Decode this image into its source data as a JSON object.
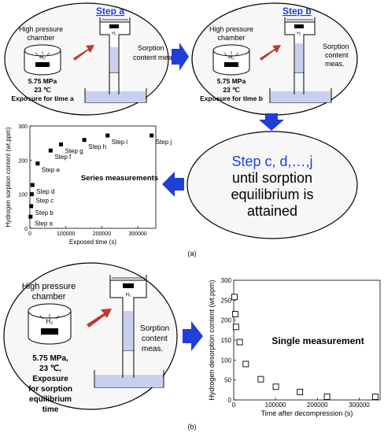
{
  "panel_a": {
    "step_a": {
      "title": "Step a",
      "chamber_label_1": "High pressure",
      "chamber_label_2": "chamber",
      "h2": "H₂",
      "pressure": "5.75 MPa",
      "temp": "23 ℃",
      "exposure": "Exposure for time a",
      "meas_1": "Sorption",
      "meas_2": "content meas."
    },
    "step_b": {
      "title": "Step b",
      "chamber_label_1": "High pressure",
      "chamber_label_2": "chamber",
      "h2": "H₂",
      "pressure": "5.75 MPa",
      "temp": "23 ℃",
      "exposure": "Exposure for time b",
      "meas_1": "Sorption",
      "meas_2": "content",
      "meas_3": "meas."
    },
    "steps_bubble": {
      "line1": "Step c, d,…,j",
      "line2": "until sorption",
      "line3": "equilibrium is",
      "line4": "attained"
    },
    "label": "(a)"
  },
  "panel_b": {
    "chamber_label_1": "High pressure",
    "chamber_label_2": "chamber",
    "h2": "H₂",
    "pressure": "5.75 MPa,",
    "temp": "23 ℃,",
    "exposure_1": "Exposure",
    "exposure_2": "for sorption",
    "exposure_3": "equilibrium",
    "exposure_4": "time",
    "meas_1": "Sorption",
    "meas_2": "content",
    "meas_3": "meas.",
    "label": "(b)"
  },
  "colors": {
    "accent_blue": "#1f3fd8",
    "title_blue": "#1f3fd8",
    "red_arrow": "#c0392b",
    "liquid": "#c9cfef"
  },
  "chart_data": [
    {
      "type": "scatter",
      "title": "",
      "annotation": "Series measurements",
      "xlabel": "Exposed time (s)",
      "ylabel": "Hydrogen sorption content (wt.ppm)",
      "xlim": [
        0,
        350000
      ],
      "ylim": [
        0,
        300
      ],
      "xticks": [
        0,
        100000,
        200000,
        300000
      ],
      "xtick_labels": [
        "0",
        "100000",
        "200000",
        "300000"
      ],
      "yticks": [
        0,
        100,
        200,
        300
      ],
      "marker": "filled-square",
      "points": [
        {
          "x": 1800,
          "y": 34,
          "label": "Step a"
        },
        {
          "x": 3600,
          "y": 65,
          "label": "Step b"
        },
        {
          "x": 5400,
          "y": 100,
          "label": "Step c"
        },
        {
          "x": 7200,
          "y": 127,
          "label": "Step d"
        },
        {
          "x": 21600,
          "y": 190,
          "label": "Step e"
        },
        {
          "x": 57600,
          "y": 228,
          "label": "Step f"
        },
        {
          "x": 86400,
          "y": 246,
          "label": "Step g"
        },
        {
          "x": 151200,
          "y": 259,
          "label": "Step h"
        },
        {
          "x": 216000,
          "y": 272,
          "label": "Step i"
        },
        {
          "x": 338400,
          "y": 272,
          "label": "Step j"
        }
      ]
    },
    {
      "type": "scatter",
      "title": "",
      "annotation": "Single measurement",
      "xlabel": "Time after decompression (s)",
      "ylabel": "Hydrogen desorption content (wt.ppm)",
      "xlim": [
        0,
        350000
      ],
      "ylim": [
        0,
        300
      ],
      "xticks": [
        0,
        100000,
        200000,
        300000
      ],
      "xtick_labels": [
        "0",
        "100000",
        "200000",
        "300000"
      ],
      "yticks": [
        0,
        50,
        100,
        150,
        200,
        250,
        300
      ],
      "marker": "open-square",
      "points": [
        {
          "x": 1800,
          "y": 258
        },
        {
          "x": 3600,
          "y": 215
        },
        {
          "x": 5400,
          "y": 183
        },
        {
          "x": 14400,
          "y": 145
        },
        {
          "x": 28800,
          "y": 90
        },
        {
          "x": 64800,
          "y": 52
        },
        {
          "x": 100800,
          "y": 33
        },
        {
          "x": 158400,
          "y": 20
        },
        {
          "x": 223200,
          "y": 8
        },
        {
          "x": 338400,
          "y": 8
        }
      ]
    }
  ]
}
